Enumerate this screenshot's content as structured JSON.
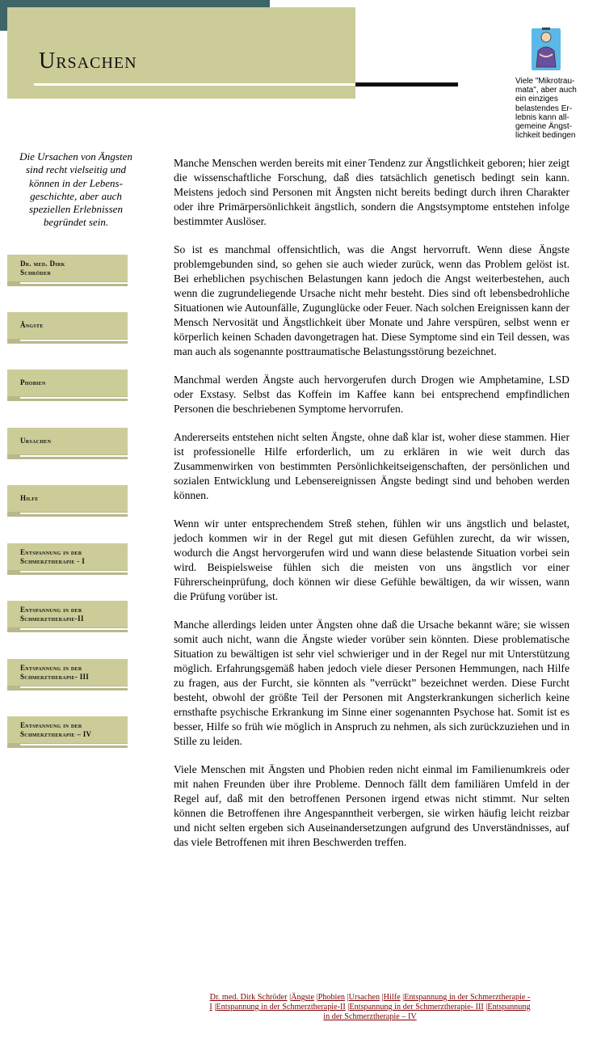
{
  "header": {
    "title": "Ursachen"
  },
  "side_note": {
    "text": "Viele \"Mikrotrau-\nmata\", aber auch\nein einziges\nbelastendes Er-\nlebnis kann all-\ngemeine Ängst-\nlichkeit bedingen",
    "icon": "person-figure-icon"
  },
  "intro": {
    "text": "Die Ursachen von Ängsten\nsind recht vielseitig und\nkönnen in der Lebens-\ngeschichte, aber auch\nspeziellen Erlebnissen\nbegründet sein."
  },
  "nav": {
    "items": [
      {
        "label": "Dr. med. Dirk\nSchröder"
      },
      {
        "label": "Ängste"
      },
      {
        "label": "Phobien"
      },
      {
        "label": "Ursachen"
      },
      {
        "label": "Hilfe"
      },
      {
        "label": "Entspannung in der\nSchmerztherapie - I"
      },
      {
        "label": "Entspannung in der\nSchmerztherapie-II"
      },
      {
        "label": "Entspannung in der\n Schmerztherapie- III"
      },
      {
        "label": "Entspannung in der\nSchmerztherapie – IV"
      }
    ]
  },
  "content": {
    "paragraphs": [
      "Manche Menschen werden bereits mit einer Tendenz zur Ängstlichkeit geboren; hier zeigt die wissenschaftliche Forschung, daß dies tatsächlich genetisch bedingt sein kann. Meistens jedoch sind Personen mit Ängsten nicht bereits bedingt durch ihren Charakter oder ihre Primärpersönlichkeit ängstlich, sondern die Angstsymptome entstehen infolge bestimmter Auslöser.",
      "So ist es manchmal offensichtlich, was die Angst hervorruft. Wenn diese Ängste problemgebunden sind, so gehen sie auch wieder zurück, wenn das Problem gelöst ist. Bei erheblichen psychischen Belastungen kann jedoch die Angst weiterbestehen, auch wenn die zugrundeliegende Ursache nicht mehr besteht. Dies sind oft lebensbedrohliche Situationen wie Autounfälle, Zugunglücke oder Feuer. Nach solchen Ereignissen kann der Mensch Nervosität und Ängstlichkeit über Monate und Jahre verspüren, selbst wenn er körperlich keinen Schaden davongetragen hat. Diese Symptome sind ein Teil dessen, was man auch als sogenannte posttraumatische Belastungsstörung bezeichnet.",
      "Manchmal werden Ängste auch hervorgerufen durch Drogen wie Amphetamine, LSD oder Exstasy. Selbst das Koffein im Kaffee kann bei entsprechend empfindlichen Personen die beschriebenen Symptome hervorrufen.",
      "Andererseits entstehen nicht selten Ängste, ohne daß klar ist, woher diese stammen. Hier ist professionelle Hilfe erforderlich, um zu erklären in wie weit durch das Zusammenwirken von bestimmten Persönlichkeitseigenschaften, der persönlichen und sozialen Entwicklung und Lebensereignissen Ängste bedingt sind und behoben werden können.",
      "Wenn wir unter entsprechendem Streß stehen, fühlen wir uns ängstlich und belastet, jedoch kommen wir in der Regel gut mit diesen Gefühlen zurecht, da wir wissen, wodurch die Angst hervorgerufen wird und wann diese belastende Situation vorbei sein wird. Beispielsweise fühlen sich die meisten von uns ängstlich vor einer Führerscheinprüfung, doch können wir diese Gefühle bewältigen, da wir wissen, wann die Prüfung vorüber ist.",
      "Manche allerdings leiden unter Ängsten ohne daß die Ursache bekannt wäre; sie wissen somit auch nicht, wann die Ängste wieder vorüber sein könnten. Diese problematische Situation zu bewältigen ist sehr viel schwieriger und in der Regel nur mit Unterstützung möglich. Erfahrungsgemäß haben jedoch viele dieser Personen Hemmungen, nach Hilfe zu fragen, aus der Furcht, sie könnten als ”verrückt” bezeichnet werden. Diese Furcht besteht, obwohl der größte Teil der Personen mit Angsterkrankungen sicherlich keine ernsthafte psychische Erkrankung im Sinne einer sogenannten Psychose hat. Somit ist es besser, Hilfe so früh wie möglich in Anspruch zu nehmen, als sich zurückzuziehen und in Stille zu leiden.",
      "Viele Menschen mit Ängsten und Phobien reden nicht einmal im Familienumkreis oder mit nahen Freunden über ihre Probleme. Dennoch fällt dem familiären Umfeld in der Regel auf, daß mit den betroffenen Personen irgend etwas nicht stimmt. Nur selten können die Betroffenen ihre Angespanntheit verbergen, sie wirken häufig leicht reizbar und nicht selten ergeben sich Auseinandersetzungen aufgrund des Unverständnisses, auf das viele Betroffenen mit ihren Beschwerden treffen."
    ]
  },
  "footer": {
    "links": [
      "Dr. med. Dirk Schröder",
      "Ängste",
      "Phobien",
      "Ursachen",
      "Hilfe",
      "Entspannung in der Schmerztherapie - I",
      "Entspannung in der Schmerztherapie-II",
      "Entspannung in der Schmerztherapie- III",
      "Entspannung in der Schmerztherapie – IV"
    ]
  },
  "colors": {
    "dark_bar": "#3e6567",
    "khaki": "#cccc99",
    "link": "#800000"
  }
}
